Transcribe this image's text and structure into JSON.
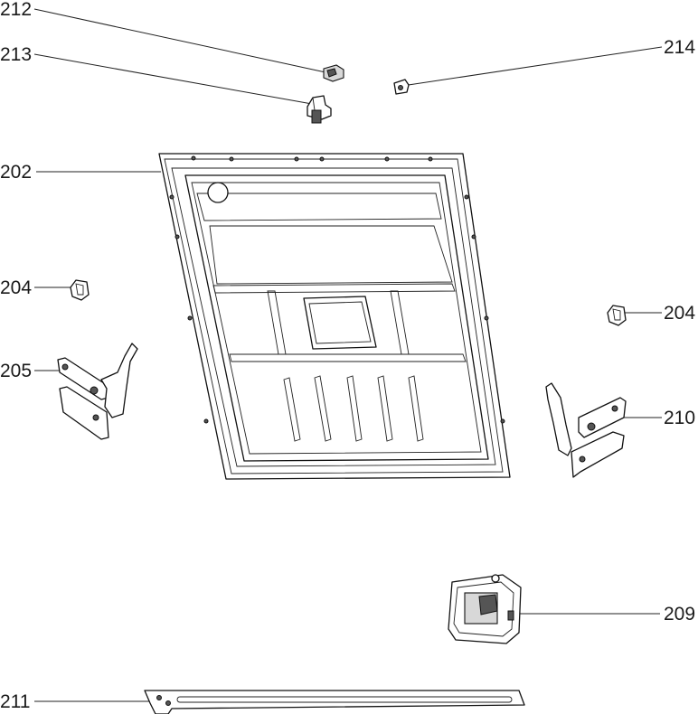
{
  "callouts": {
    "c212": "212",
    "c213": "213",
    "c214": "214",
    "c202": "202",
    "c204_left": "204",
    "c204_right": "204",
    "c205": "205",
    "c210": "210",
    "c209": "209",
    "c211": "211"
  }
}
